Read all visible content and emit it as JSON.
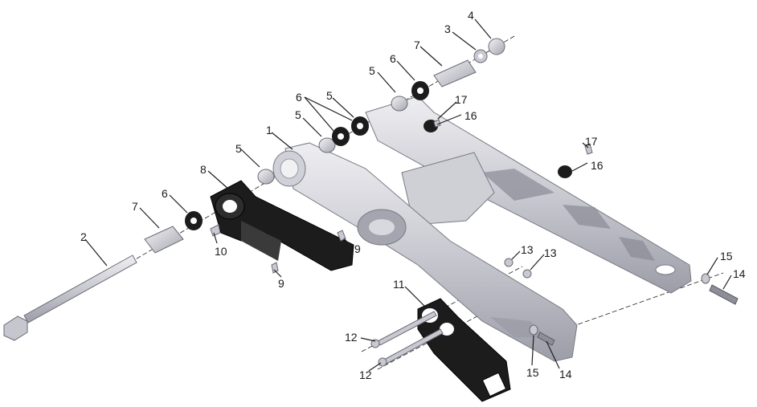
{
  "diagram": {
    "parts": [
      {
        "id": "p1",
        "label": "1",
        "name": "swingarm"
      },
      {
        "id": "p2",
        "label": "2",
        "name": "pivot-bolt"
      },
      {
        "id": "p3",
        "label": "3",
        "name": "washer"
      },
      {
        "id": "p4",
        "label": "4",
        "name": "nut"
      },
      {
        "id": "p5a",
        "label": "5",
        "name": "bushing"
      },
      {
        "id": "p5b",
        "label": "5",
        "name": "bushing"
      },
      {
        "id": "p5c",
        "label": "5",
        "name": "bushing"
      },
      {
        "id": "p5d",
        "label": "5",
        "name": "bushing"
      },
      {
        "id": "p6a",
        "label": "6",
        "name": "seal"
      },
      {
        "id": "p6b",
        "label": "6",
        "name": "seal"
      },
      {
        "id": "p6c",
        "label": "6",
        "name": "seal"
      },
      {
        "id": "p7a",
        "label": "7",
        "name": "spacer-sleeve"
      },
      {
        "id": "p7b",
        "label": "7",
        "name": "spacer-sleeve"
      },
      {
        "id": "p8",
        "label": "8",
        "name": "chain-guide"
      },
      {
        "id": "p9a",
        "label": "9",
        "name": "screw"
      },
      {
        "id": "p9b",
        "label": "9",
        "name": "screw"
      },
      {
        "id": "p10",
        "label": "10",
        "name": "pin"
      },
      {
        "id": "p11",
        "label": "11",
        "name": "chain-slider-block"
      },
      {
        "id": "p12a",
        "label": "12",
        "name": "long-bolt"
      },
      {
        "id": "p12b",
        "label": "12",
        "name": "long-bolt"
      },
      {
        "id": "p13a",
        "label": "13",
        "name": "nut"
      },
      {
        "id": "p13b",
        "label": "13",
        "name": "nut"
      },
      {
        "id": "p14a",
        "label": "14",
        "name": "adjuster-bolt"
      },
      {
        "id": "p14b",
        "label": "14",
        "name": "adjuster-bolt"
      },
      {
        "id": "p15a",
        "label": "15",
        "name": "adjuster-nut"
      },
      {
        "id": "p15b",
        "label": "15",
        "name": "adjuster-nut"
      },
      {
        "id": "p16a",
        "label": "16",
        "name": "grommet"
      },
      {
        "id": "p16b",
        "label": "16",
        "name": "grommet"
      },
      {
        "id": "p17a",
        "label": "17",
        "name": "screw"
      },
      {
        "id": "p17b",
        "label": "17",
        "name": "screw"
      }
    ]
  },
  "colors": {
    "metal_light": "#dedee4",
    "metal_mid": "#b9b9c2",
    "metal_dark": "#8e8e99",
    "black_part": "#1c1c1c",
    "line": "#1f1f1f"
  }
}
